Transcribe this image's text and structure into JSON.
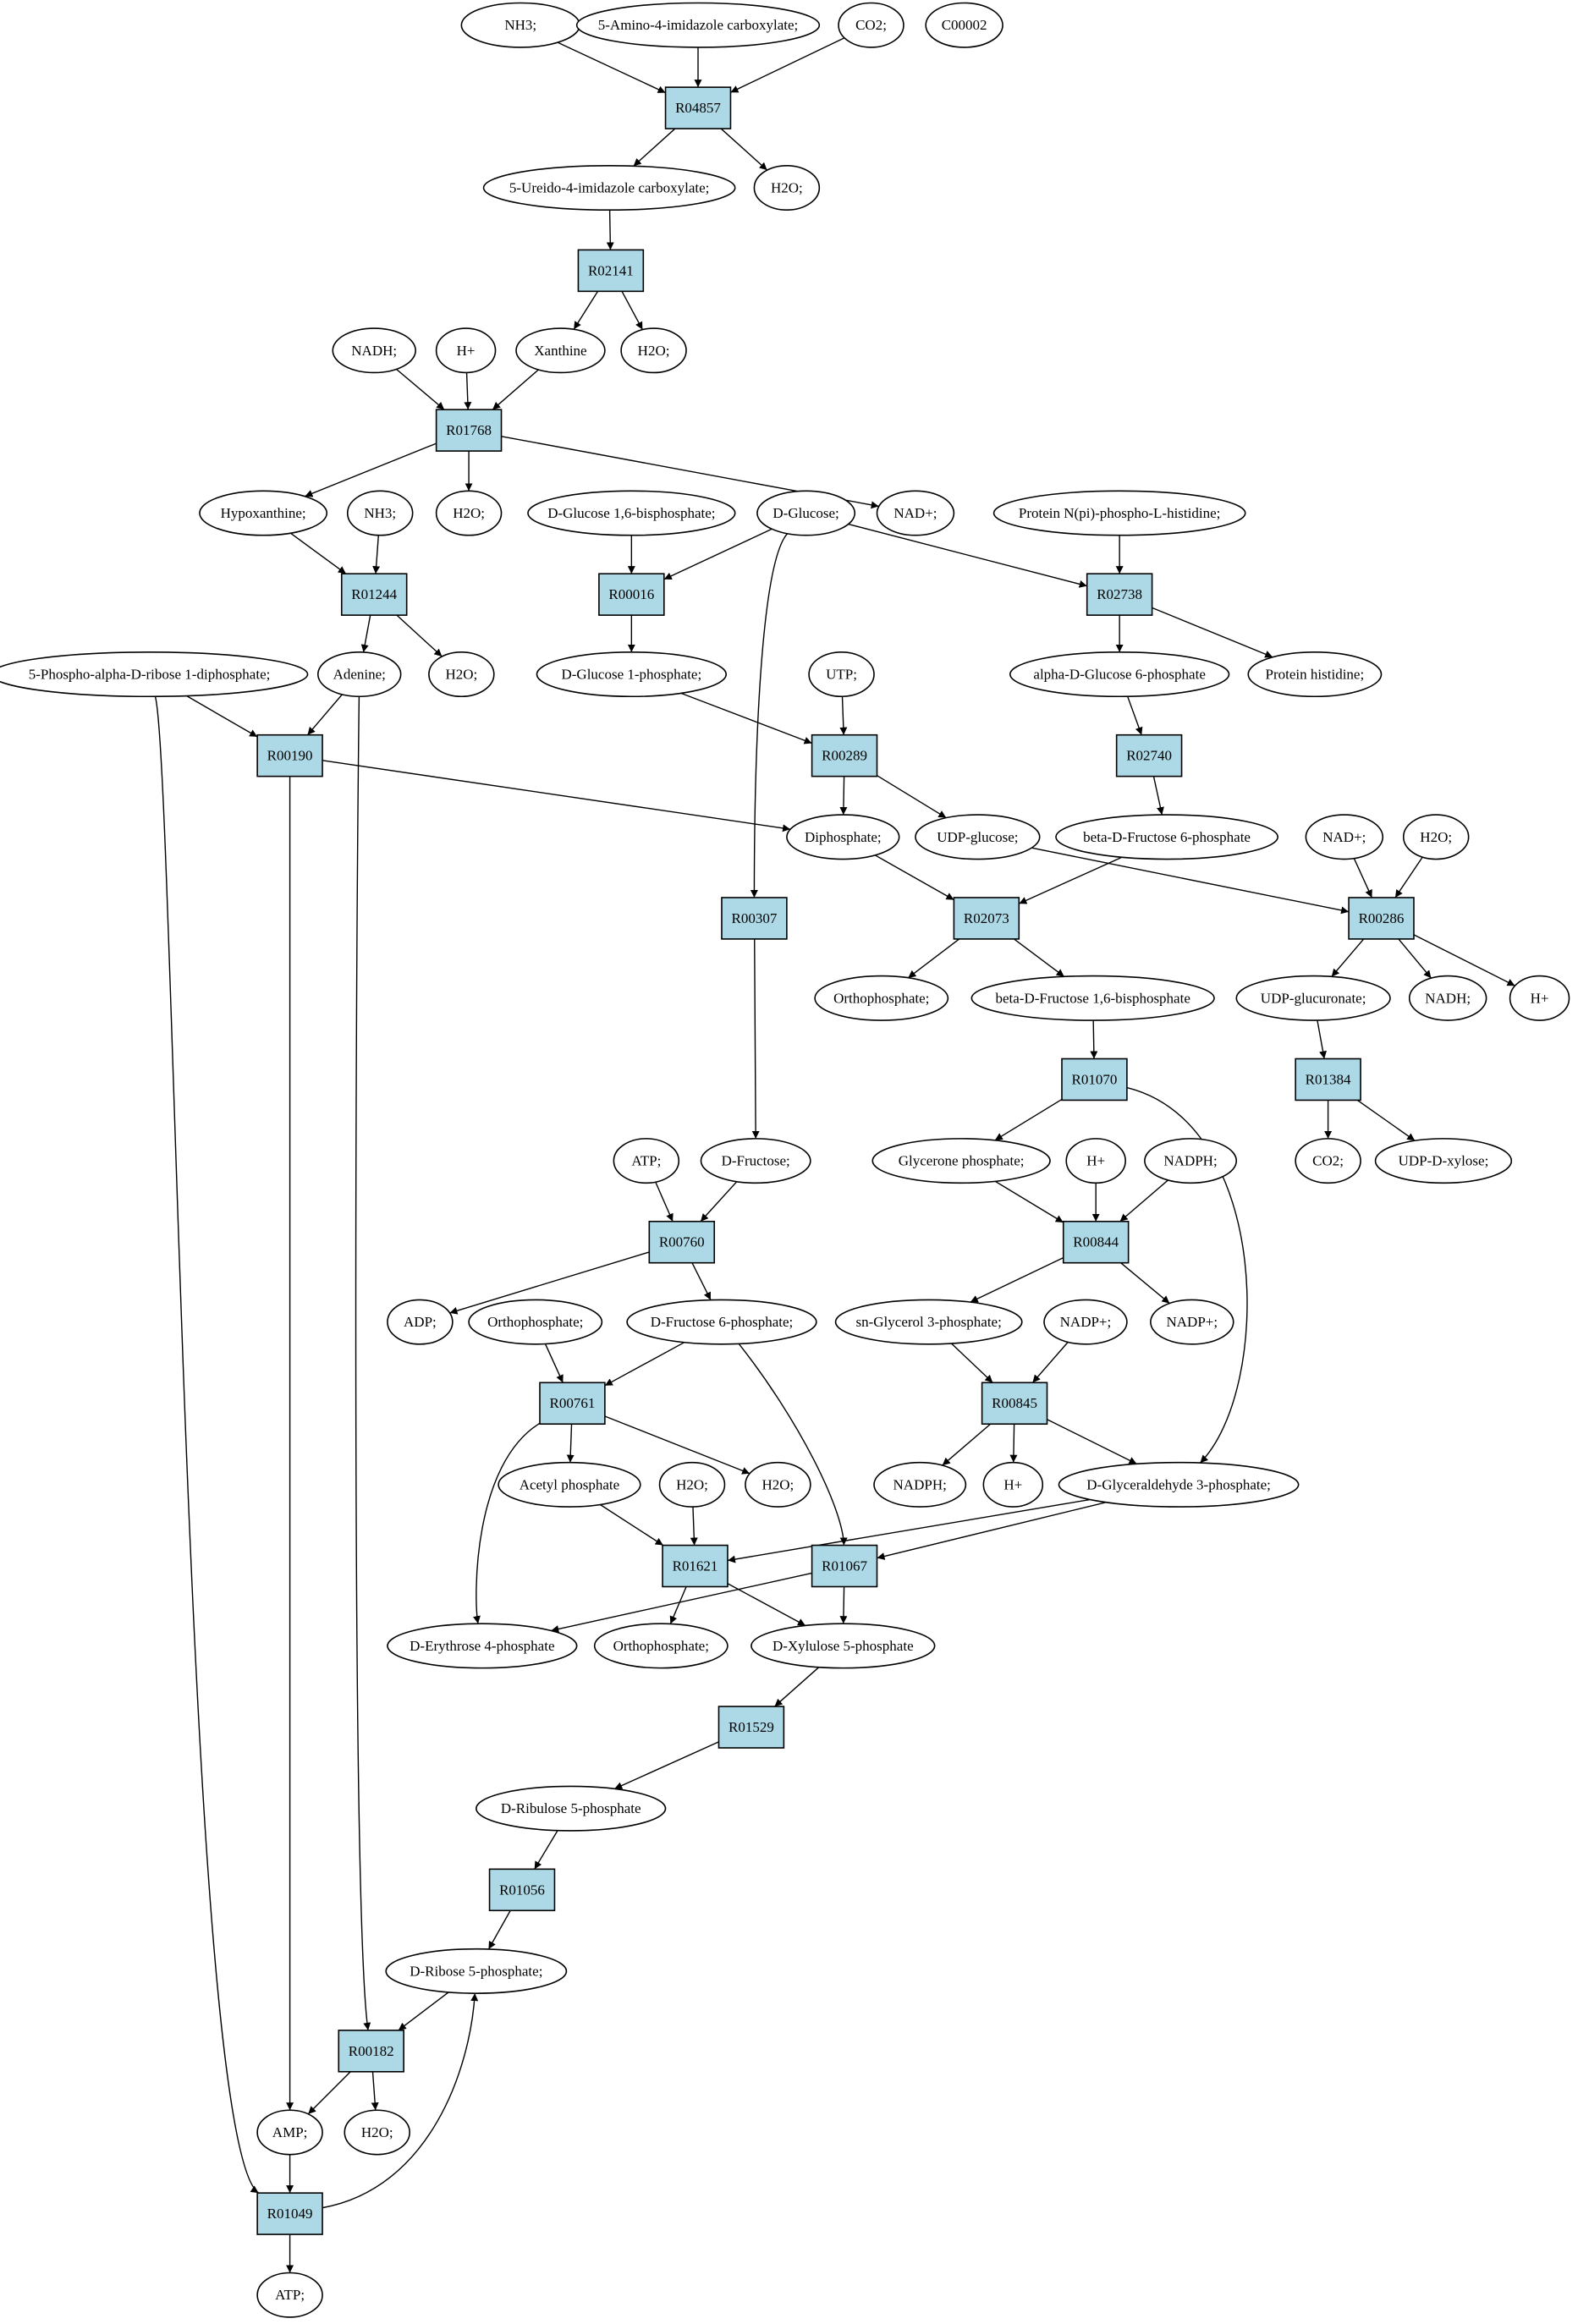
{
  "colors": {
    "reaction_fill": "#add8e6",
    "compound_fill": "#ffffff",
    "start_compound_fill": "#00ff00",
    "target_compound_fill": "#ffff00",
    "stroke": "#000000"
  },
  "nodes": [
    {
      "id": "c_nh3_1",
      "label": "NH3;",
      "kind": "compound"
    },
    {
      "id": "c_aica",
      "label": "5-Amino-4-imidazole carboxylate;",
      "kind": "compound"
    },
    {
      "id": "c_co2_1",
      "label": "CO2;",
      "kind": "compound"
    },
    {
      "id": "c_c00002",
      "label": "C00002",
      "kind": "target"
    },
    {
      "id": "R04857",
      "label": "R04857",
      "kind": "reaction"
    },
    {
      "id": "c_ureido",
      "label": "5-Ureido-4-imidazole carboxylate;",
      "kind": "compound"
    },
    {
      "id": "c_h2o_1",
      "label": "H2O;",
      "kind": "compound"
    },
    {
      "id": "R02141",
      "label": "R02141",
      "kind": "reaction"
    },
    {
      "id": "c_nadh_1",
      "label": "NADH;",
      "kind": "compound"
    },
    {
      "id": "c_hplus_1",
      "label": "H+",
      "kind": "compound"
    },
    {
      "id": "c_xanthine",
      "label": "Xanthine",
      "kind": "compound"
    },
    {
      "id": "c_h2o_2",
      "label": "H2O;",
      "kind": "compound"
    },
    {
      "id": "R01768",
      "label": "R01768",
      "kind": "reaction"
    },
    {
      "id": "c_hypox",
      "label": "Hypoxanthine;",
      "kind": "compound"
    },
    {
      "id": "c_nh3_2",
      "label": "NH3;",
      "kind": "compound"
    },
    {
      "id": "c_h2o_3",
      "label": "H2O;",
      "kind": "compound"
    },
    {
      "id": "c_g16bp",
      "label": "D-Glucose 1,6-bisphosphate;",
      "kind": "compound"
    },
    {
      "id": "c_glucose",
      "label": "D-Glucose;",
      "kind": "start"
    },
    {
      "id": "c_nadplus_1",
      "label": "NAD+;",
      "kind": "compound"
    },
    {
      "id": "c_protein_nphis",
      "label": "Protein N(pi)-phospho-L-histidine;",
      "kind": "compound"
    },
    {
      "id": "R01244",
      "label": "R01244",
      "kind": "reaction"
    },
    {
      "id": "R00016",
      "label": "R00016",
      "kind": "reaction"
    },
    {
      "id": "R02738",
      "label": "R02738",
      "kind": "reaction"
    },
    {
      "id": "c_prpp",
      "label": "5-Phospho-alpha-D-ribose 1-diphosphate;",
      "kind": "compound"
    },
    {
      "id": "c_adenine",
      "label": "Adenine;",
      "kind": "compound"
    },
    {
      "id": "c_h2o_4",
      "label": "H2O;",
      "kind": "compound"
    },
    {
      "id": "c_g1p",
      "label": "D-Glucose 1-phosphate;",
      "kind": "compound"
    },
    {
      "id": "c_utp",
      "label": "UTP;",
      "kind": "compound"
    },
    {
      "id": "c_ag6p",
      "label": "alpha-D-Glucose 6-phosphate",
      "kind": "compound"
    },
    {
      "id": "c_prothis",
      "label": "Protein histidine;",
      "kind": "compound"
    },
    {
      "id": "R00190",
      "label": "R00190",
      "kind": "reaction"
    },
    {
      "id": "R00289",
      "label": "R00289",
      "kind": "reaction"
    },
    {
      "id": "R02740",
      "label": "R02740",
      "kind": "reaction"
    },
    {
      "id": "c_diphosphate",
      "label": "Diphosphate;",
      "kind": "compound"
    },
    {
      "id": "c_udpglc",
      "label": "UDP-glucose;",
      "kind": "compound"
    },
    {
      "id": "c_bf6p",
      "label": "beta-D-Fructose 6-phosphate",
      "kind": "compound"
    },
    {
      "id": "c_nadplus_2",
      "label": "NAD+;",
      "kind": "compound"
    },
    {
      "id": "c_h2o_5",
      "label": "H2O;",
      "kind": "compound"
    },
    {
      "id": "R00307",
      "label": "R00307",
      "kind": "reaction"
    },
    {
      "id": "R02073",
      "label": "R02073",
      "kind": "reaction"
    },
    {
      "id": "R00286",
      "label": "R00286",
      "kind": "reaction"
    },
    {
      "id": "c_orthop_1",
      "label": "Orthophosphate;",
      "kind": "compound"
    },
    {
      "id": "c_bf16bp",
      "label": "beta-D-Fructose 1,6-bisphosphate",
      "kind": "compound"
    },
    {
      "id": "c_udpglcu",
      "label": "UDP-glucuronate;",
      "kind": "compound"
    },
    {
      "id": "c_nadh_2",
      "label": "NADH;",
      "kind": "compound"
    },
    {
      "id": "c_hplus_2",
      "label": "H+",
      "kind": "compound"
    },
    {
      "id": "R01070",
      "label": "R01070",
      "kind": "reaction"
    },
    {
      "id": "R01384",
      "label": "R01384",
      "kind": "reaction"
    },
    {
      "id": "c_atp_1",
      "label": "ATP;",
      "kind": "compound"
    },
    {
      "id": "c_fructose",
      "label": "D-Fructose;",
      "kind": "compound"
    },
    {
      "id": "c_glycerone",
      "label": "Glycerone phosphate;",
      "kind": "compound"
    },
    {
      "id": "c_hplus_3",
      "label": "H+",
      "kind": "compound"
    },
    {
      "id": "c_nadph_1",
      "label": "NADPH;",
      "kind": "compound"
    },
    {
      "id": "c_co2_2",
      "label": "CO2;",
      "kind": "compound"
    },
    {
      "id": "c_udpxyl",
      "label": "UDP-D-xylose;",
      "kind": "compound"
    },
    {
      "id": "R00760",
      "label": "R00760",
      "kind": "reaction"
    },
    {
      "id": "R00844",
      "label": "R00844",
      "kind": "reaction"
    },
    {
      "id": "c_adp",
      "label": "ADP;",
      "kind": "compound"
    },
    {
      "id": "c_orthop_2",
      "label": "Orthophosphate;",
      "kind": "compound"
    },
    {
      "id": "c_df6p",
      "label": "D-Fructose 6-phosphate;",
      "kind": "compound"
    },
    {
      "id": "c_sng3p",
      "label": "sn-Glycerol 3-phosphate;",
      "kind": "compound"
    },
    {
      "id": "c_nadpplus_1",
      "label": "NADP+;",
      "kind": "compound"
    },
    {
      "id": "c_nadpplus_2",
      "label": "NADP+;",
      "kind": "compound"
    },
    {
      "id": "R00761",
      "label": "R00761",
      "kind": "reaction"
    },
    {
      "id": "R00845",
      "label": "R00845",
      "kind": "reaction"
    },
    {
      "id": "c_acetylp",
      "label": "Acetyl phosphate",
      "kind": "compound"
    },
    {
      "id": "c_h2o_6",
      "label": "H2O;",
      "kind": "compound"
    },
    {
      "id": "c_h2o_7",
      "label": "H2O;",
      "kind": "compound"
    },
    {
      "id": "c_nadph_2",
      "label": "NADPH;",
      "kind": "compound"
    },
    {
      "id": "c_hplus_4",
      "label": "H+",
      "kind": "compound"
    },
    {
      "id": "c_g3p",
      "label": "D-Glyceraldehyde 3-phosphate;",
      "kind": "compound"
    },
    {
      "id": "R01621",
      "label": "R01621",
      "kind": "reaction"
    },
    {
      "id": "R01067",
      "label": "R01067",
      "kind": "reaction"
    },
    {
      "id": "c_e4p",
      "label": "D-Erythrose 4-phosphate",
      "kind": "compound"
    },
    {
      "id": "c_orthop_3",
      "label": "Orthophosphate;",
      "kind": "compound"
    },
    {
      "id": "c_xu5p",
      "label": "D-Xylulose 5-phosphate",
      "kind": "compound"
    },
    {
      "id": "R01529",
      "label": "R01529",
      "kind": "reaction"
    },
    {
      "id": "c_ru5p",
      "label": "D-Ribulose 5-phosphate",
      "kind": "compound"
    },
    {
      "id": "R01056",
      "label": "R01056",
      "kind": "reaction"
    },
    {
      "id": "c_r5p",
      "label": "D-Ribose 5-phosphate;",
      "kind": "compound"
    },
    {
      "id": "R00182",
      "label": "R00182",
      "kind": "reaction"
    },
    {
      "id": "c_amp",
      "label": "AMP;",
      "kind": "compound"
    },
    {
      "id": "c_h2o_8",
      "label": "H2O;",
      "kind": "compound"
    },
    {
      "id": "R01049",
      "label": "R01049",
      "kind": "reaction"
    },
    {
      "id": "c_atp_2",
      "label": "ATP;",
      "kind": "compound"
    }
  ],
  "edges": [
    [
      "c_nh3_1",
      "R04857"
    ],
    [
      "c_aica",
      "R04857"
    ],
    [
      "c_co2_1",
      "R04857"
    ],
    [
      "R04857",
      "c_ureido"
    ],
    [
      "R04857",
      "c_h2o_1"
    ],
    [
      "c_ureido",
      "R02141"
    ],
    [
      "R02141",
      "c_xanthine"
    ],
    [
      "R02141",
      "c_h2o_2"
    ],
    [
      "c_nadh_1",
      "R01768"
    ],
    [
      "c_hplus_1",
      "R01768"
    ],
    [
      "c_xanthine",
      "R01768"
    ],
    [
      "R01768",
      "c_hypox"
    ],
    [
      "R01768",
      "c_h2o_3"
    ],
    [
      "R01768",
      "c_nadplus_1"
    ],
    [
      "c_hypox",
      "R01244"
    ],
    [
      "c_nh3_2",
      "R01244"
    ],
    [
      "R01244",
      "c_adenine"
    ],
    [
      "R01244",
      "c_h2o_4"
    ],
    [
      "c_g16bp",
      "R00016"
    ],
    [
      "c_glucose",
      "R00016"
    ],
    [
      "R00016",
      "c_g1p"
    ],
    [
      "c_glucose",
      "R02738"
    ],
    [
      "c_protein_nphis",
      "R02738"
    ],
    [
      "R02738",
      "c_ag6p"
    ],
    [
      "R02738",
      "c_prothis"
    ],
    [
      "c_glucose",
      "R00307"
    ],
    [
      "c_prpp",
      "R00190"
    ],
    [
      "c_adenine",
      "R00190"
    ],
    [
      "R00190",
      "c_diphosphate"
    ],
    [
      "R00190",
      "c_amp"
    ],
    [
      "c_g1p",
      "R00289"
    ],
    [
      "c_utp",
      "R00289"
    ],
    [
      "R00289",
      "c_diphosphate"
    ],
    [
      "R00289",
      "c_udpglc"
    ],
    [
      "c_ag6p",
      "R02740"
    ],
    [
      "R02740",
      "c_bf6p"
    ],
    [
      "c_diphosphate",
      "R02073"
    ],
    [
      "c_bf6p",
      "R02073"
    ],
    [
      "R02073",
      "c_orthop_1"
    ],
    [
      "R02073",
      "c_bf16bp"
    ],
    [
      "c_udpglc",
      "R00286"
    ],
    [
      "c_nadplus_2",
      "R00286"
    ],
    [
      "c_h2o_5",
      "R00286"
    ],
    [
      "R00286",
      "c_udpglcu"
    ],
    [
      "R00286",
      "c_nadh_2"
    ],
    [
      "R00286",
      "c_hplus_2"
    ],
    [
      "c_udpglcu",
      "R01384"
    ],
    [
      "R01384",
      "c_co2_2"
    ],
    [
      "R01384",
      "c_udpxyl"
    ],
    [
      "c_bf16bp",
      "R01070"
    ],
    [
      "R01070",
      "c_glycerone"
    ],
    [
      "R01070",
      "c_g3p"
    ],
    [
      "R00307",
      "c_fructose"
    ],
    [
      "c_atp_1",
      "R00760"
    ],
    [
      "c_fructose",
      "R00760"
    ],
    [
      "R00760",
      "c_adp"
    ],
    [
      "R00760",
      "c_df6p"
    ],
    [
      "c_glycerone",
      "R00844"
    ],
    [
      "c_hplus_3",
      "R00844"
    ],
    [
      "c_nadph_1",
      "R00844"
    ],
    [
      "R00844",
      "c_sng3p"
    ],
    [
      "R00844",
      "c_nadpplus_2"
    ],
    [
      "c_orthop_2",
      "R00761"
    ],
    [
      "c_df6p",
      "R00761"
    ],
    [
      "R00761",
      "c_acetylp"
    ],
    [
      "R00761",
      "c_h2o_7"
    ],
    [
      "R00761",
      "c_e4p"
    ],
    [
      "c_df6p",
      "R01067"
    ],
    [
      "c_sng3p",
      "R00845"
    ],
    [
      "c_nadpplus_1",
      "R00845"
    ],
    [
      "R00845",
      "c_nadph_2"
    ],
    [
      "R00845",
      "c_hplus_4"
    ],
    [
      "R00845",
      "c_g3p"
    ],
    [
      "c_acetylp",
      "R01621"
    ],
    [
      "c_h2o_6",
      "R01621"
    ],
    [
      "c_g3p",
      "R01621"
    ],
    [
      "R01621",
      "c_orthop_3"
    ],
    [
      "R01621",
      "c_xu5p"
    ],
    [
      "c_g3p",
      "R01067"
    ],
    [
      "R01067",
      "c_e4p"
    ],
    [
      "R01067",
      "c_xu5p"
    ],
    [
      "c_xu5p",
      "R01529"
    ],
    [
      "R01529",
      "c_ru5p"
    ],
    [
      "c_ru5p",
      "R01056"
    ],
    [
      "R01056",
      "c_r5p"
    ],
    [
      "c_r5p",
      "R00182"
    ],
    [
      "c_adenine",
      "R00182"
    ],
    [
      "R00182",
      "c_amp"
    ],
    [
      "R00182",
      "c_h2o_8"
    ],
    [
      "c_amp",
      "R01049"
    ],
    [
      "c_prpp",
      "R01049"
    ],
    [
      "R01049",
      "c_atp_2"
    ],
    [
      "R01049",
      "c_r5p"
    ]
  ]
}
